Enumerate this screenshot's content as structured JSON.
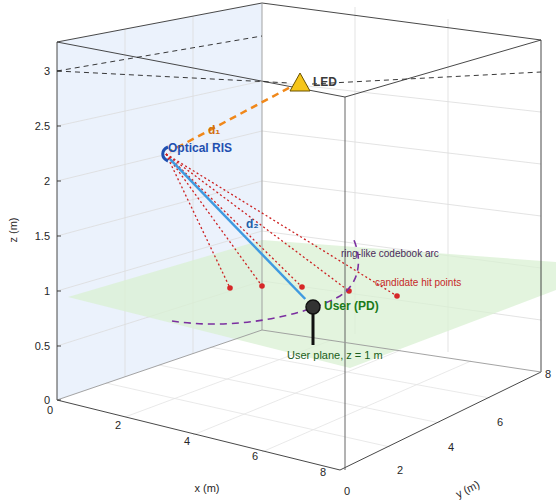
{
  "diagram": {
    "nodes": [
      {
        "text": [
          "LED"
        ]
      },
      {
        "text": [
          "Optical RIS"
        ]
      },
      {
        "text": [
          "User (PD)"
        ]
      }
    ],
    "edges": [
      {
        "from": 0,
        "to": 1,
        "arrow": "none",
        "label": "d₁"
      },
      {
        "from": 1,
        "to": 2,
        "arrow": "none",
        "label": "d₂"
      }
    ],
    "labels": [
      "0",
      "0.5",
      "1",
      "1.5",
      "2",
      "2.5",
      "3",
      "0",
      "2",
      "4",
      "6",
      "8",
      "x (m)",
      "0",
      "2",
      "4",
      "6",
      "8",
      "y (m)",
      "z (m)",
      "ring-like codebook arc",
      "candidate hit points",
      "User plane, z = 1 m"
    ]
  }
}
